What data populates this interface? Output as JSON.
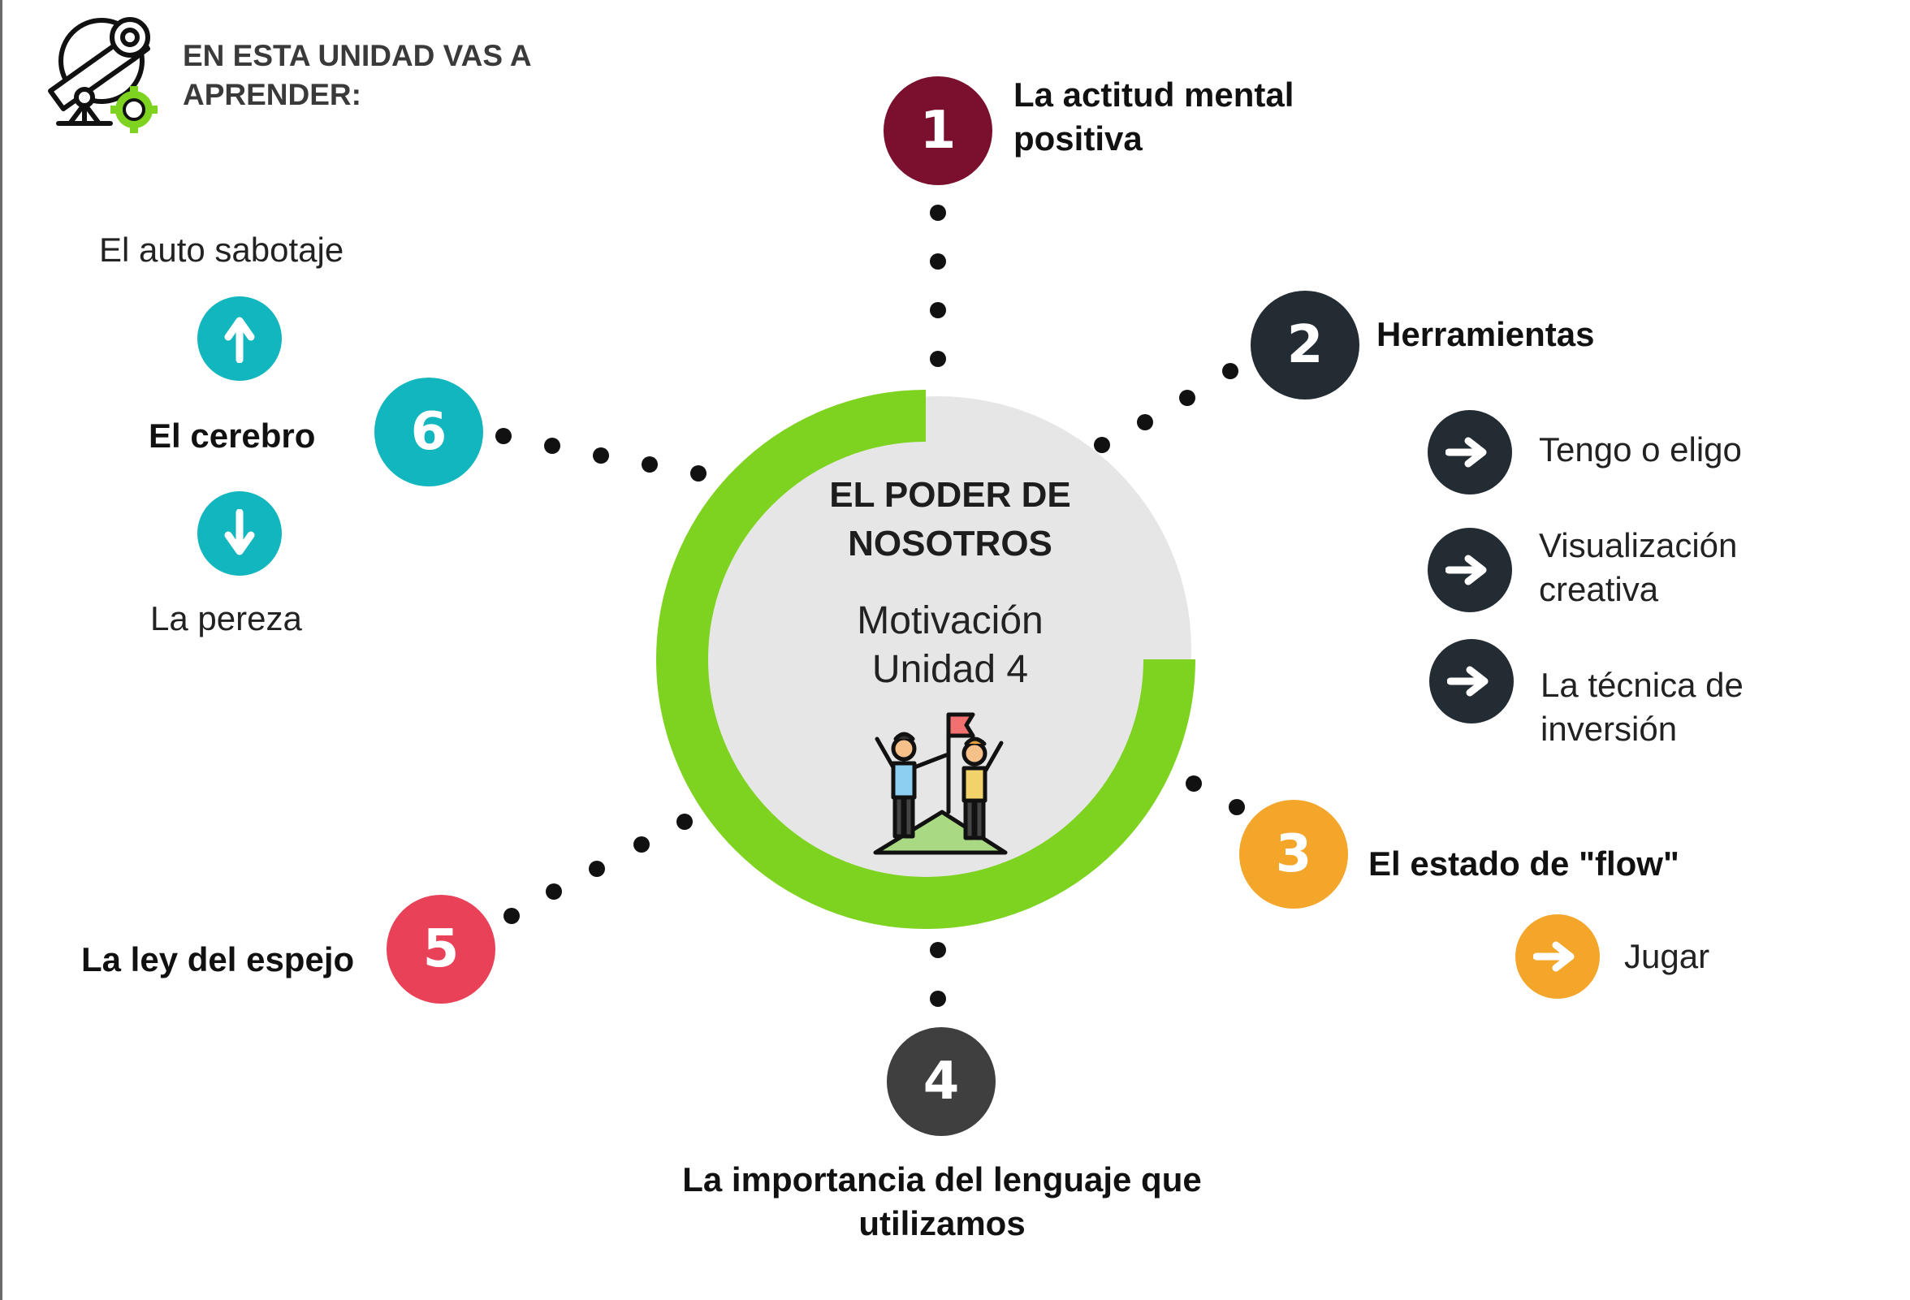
{
  "header": {
    "title_line1": "EN ESTA UNIDAD VAS A",
    "title_line2": "APRENDER:"
  },
  "center": {
    "title_line1": "EL PODER DE",
    "title_line2": "NOSOTROS",
    "subtitle_line1": "Motivación",
    "subtitle_line2": "Unidad 4"
  },
  "items": [
    {
      "number": "1",
      "title_line1": "La actitud mental",
      "title_line2": "positiva",
      "color": "#7a0f2e"
    },
    {
      "number": "2",
      "title": "Herramientas",
      "color": "#232b33",
      "subitems": [
        {
          "line1": "Tengo o eligo"
        },
        {
          "line1": "Visualización",
          "line2": "creativa"
        },
        {
          "line1": "La técnica de",
          "line2": "inversión"
        }
      ]
    },
    {
      "number": "3",
      "title": "El estado de \"flow\"",
      "color": "#f4a62a",
      "subitems": [
        {
          "line1": "Jugar"
        }
      ]
    },
    {
      "number": "4",
      "title_line1": "La importancia del lenguaje que",
      "title_line2": "utilizamos",
      "color": "#3f3f3f"
    },
    {
      "number": "5",
      "title": "La ley del espejo",
      "color": "#e84158"
    },
    {
      "number": "6",
      "title": "El cerebro",
      "color": "#12b6bf",
      "subitems": [
        {
          "line1": "El auto sabotaje"
        },
        {
          "line1": "La pereza"
        }
      ]
    }
  ],
  "colors": {
    "ring": "#7ed321",
    "center_fill": "#e6e6e6",
    "dot": "#111111",
    "border": "#6b6b6b"
  },
  "icons": {
    "header": "telescope-gear-icon",
    "center": "team-flag-summit-icon",
    "arrow_right": "arrow-right-icon",
    "arrow_up": "arrow-up-icon",
    "arrow_down": "arrow-down-icon"
  }
}
